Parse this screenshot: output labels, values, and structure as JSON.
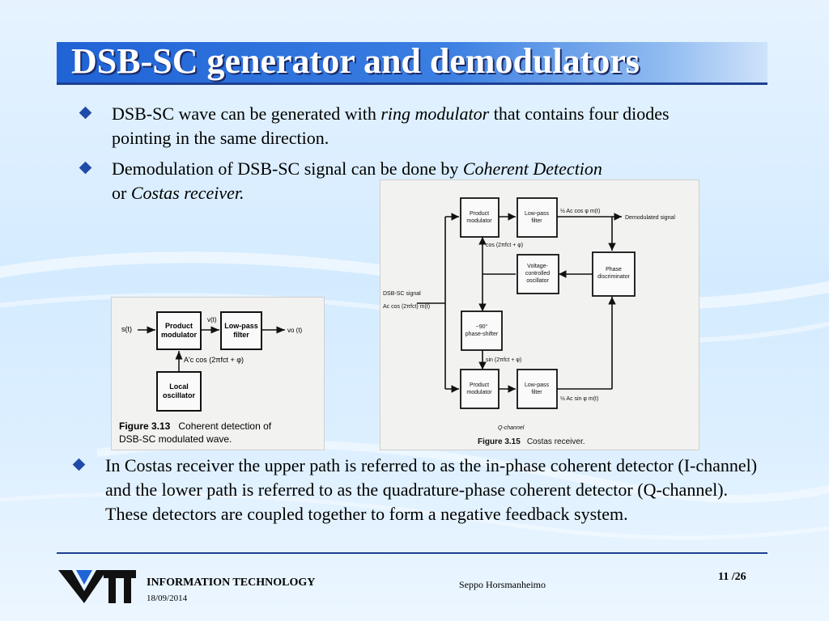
{
  "title": "DSB-SC generator and demodulators",
  "bullets": [
    {
      "pre": "DSB-SC wave can be generated with ",
      "em": "ring modulator",
      "post": " that contains four diodes pointing in the same direction."
    },
    {
      "pre": "Demodulation of DSB-SC signal can be done by ",
      "em": "Coherent Detection",
      "mid": " or ",
      "em2": "Costas receiver.",
      "post": ""
    },
    {
      "text": "In Costas receiver the upper path is referred to as the in-phase coherent detector (I-channel) and the lower path is referred to as the quadrature-phase coherent detector (Q-channel). These detectors are coupled together to form a negative feedback system."
    }
  ],
  "figure_coherent": {
    "input_label": "s(t)",
    "block1": [
      "Product",
      "modulator"
    ],
    "mid_label": "v(t)",
    "block2": [
      "Low-pass",
      "filter"
    ],
    "output_label": "vo (t)",
    "carrier_label": "A'c cos (2πfct + φ)",
    "block3": [
      "Local",
      "oscillator"
    ],
    "caption_num": "Figure 3.13",
    "caption_text": "Coherent detection of",
    "caption_text2": "DSB-SC modulated wave."
  },
  "figure_costas": {
    "upper_block1": [
      "Product",
      "modulator"
    ],
    "upper_block2": [
      "Low-pass",
      "filter"
    ],
    "upper_out": "½ Ac cos φ m(t)",
    "demod_label": "Demodulated signal",
    "cos_label": "cos (2πfct + φ)",
    "vco": [
      "Voltage-",
      "controlled",
      "oscillator"
    ],
    "phase_disc": [
      "Phase",
      "discriminator"
    ],
    "input_label1": "DSB-SC signal",
    "input_label2": "Ac cos (2πfct) m(t)",
    "shifter": [
      "−90°",
      "phase-shifter"
    ],
    "sin_label": "sin (2πfct + φ)",
    "lower_block1": [
      "Product",
      "modulator"
    ],
    "lower_block2": [
      "Low-pass",
      "filter"
    ],
    "lower_out": "½ Ac sin φ m(t)",
    "q_channel": "Q-channel",
    "caption_num": "Figure 3.15",
    "caption_text": "Costas receiver."
  },
  "footer": {
    "logo_text": "VTT",
    "dept": "INFORMATION TECHNOLOGY",
    "date": "18/09/2014",
    "author": "Seppo Horsmanheimo",
    "page": "11 /26"
  }
}
